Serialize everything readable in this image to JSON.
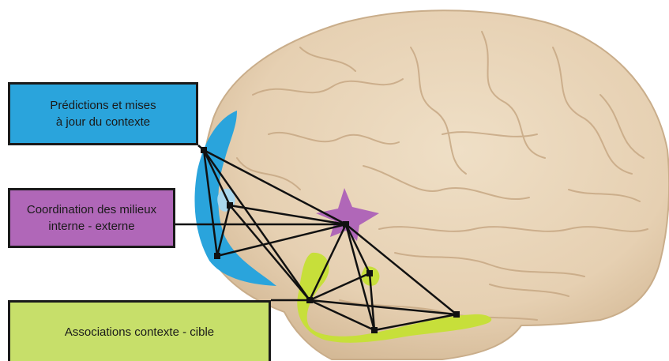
{
  "labels": {
    "predictions": "Prédictions et mises\nà jour du contexte",
    "coordination": "Coordination des milieux\ninterne - externe",
    "associations": "Associations contexte - cible"
  },
  "colors": {
    "predictions_region": "#2aa4dc",
    "coordination_region": "#b067b8",
    "associations_region": "#c7df3a",
    "brain_surface": "#e9d6bb",
    "brain_shading": "#cdb393",
    "network_lines": "#111111"
  }
}
